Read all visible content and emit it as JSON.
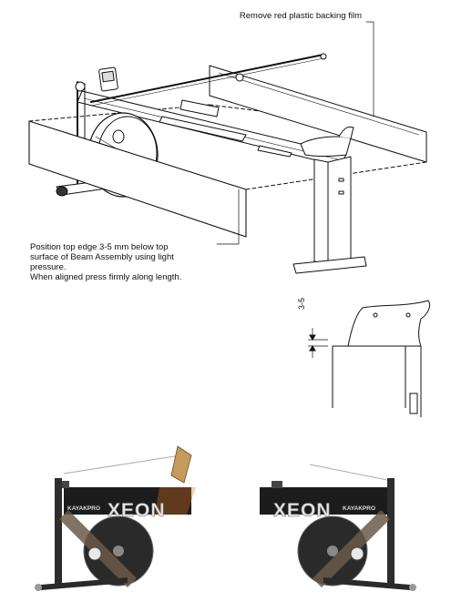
{
  "callouts": {
    "remove_film": "Remove red plastic backing film",
    "position_line1": "Position top edge 3-5 mm below top",
    "position_line2": "surface of Beam Assembly using light",
    "position_line3": "pressure.",
    "position_line4": "When aligned press firmly along length."
  },
  "detail": {
    "dimension_label": "3-5"
  },
  "branding": {
    "left_small": "KAYAKPRO",
    "left_big": "XEON",
    "right_big": "XEON",
    "right_small": "KAYAKPRO"
  },
  "colors": {
    "line": "#111111",
    "label_bg": "#1c1c1c",
    "accent": "#e2731f",
    "wheel": "#2a2a2a"
  }
}
